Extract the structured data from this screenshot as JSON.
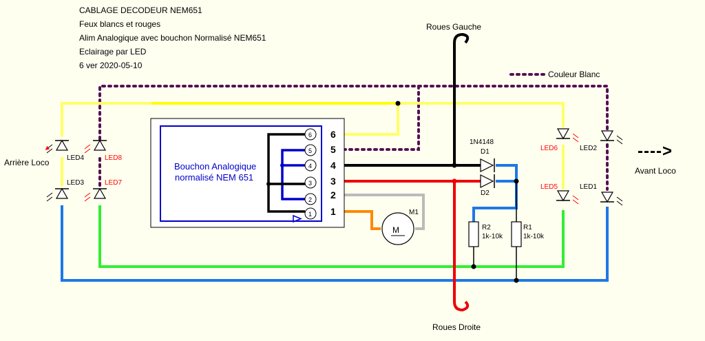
{
  "header": {
    "line1": "CABLAGE DECODEUR NEM651",
    "line2": "Feux blancs et rouges",
    "line3": "Alim Analogique avec bouchon Normalisé NEM651",
    "line4": "Eclairage par LED",
    "line5": "6 ver 2020-05-10"
  },
  "labels": {
    "roues_gauche": "Roues Gauche",
    "roues_droite": "Roues Droite",
    "couleur_blanc": "Couleur Blanc",
    "arriere_loco": "Arrière Loco",
    "avant_loco": "Avant Loco",
    "avant_arrow": "---->"
  },
  "plug": {
    "title1": "Bouchon Analogique",
    "title2": "normalisé NEM 651",
    "pins_inner": [
      "6",
      "5",
      "4",
      "3",
      "2",
      "1"
    ],
    "pins_outer": [
      "6",
      "5",
      "4",
      "3",
      "2",
      "1"
    ]
  },
  "components": {
    "led1": "LED1",
    "led2": "LED2",
    "led3": "LED3",
    "led4": "LED4",
    "led5": "LED5",
    "led6": "LED6",
    "led7": "LED7",
    "led8": "LED8",
    "d1": "D1",
    "d2": "D2",
    "diode_type": "1N4148",
    "r1": "R1",
    "r2": "R2",
    "r1_value": "1k-10k",
    "r2_value": "1k-10k",
    "motor": "M1",
    "motor_symbol": "M"
  },
  "colors": {
    "yellow": "#FFFF66",
    "black": "#000000",
    "red": "#EE0000",
    "blue": "#1E78E6",
    "green": "#33EE33",
    "grey": "#BBBBBB",
    "orange": "#FF8800",
    "purple": "#551155",
    "plugblue": "#0000CC"
  }
}
